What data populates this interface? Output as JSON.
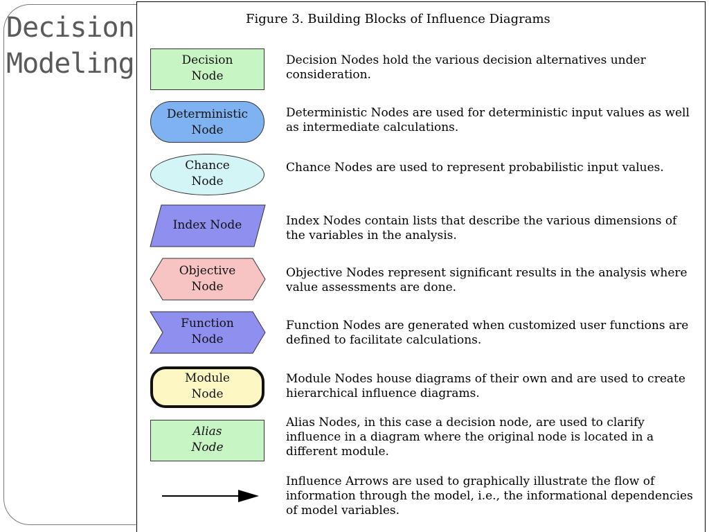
{
  "slide": {
    "title_line1": "Decision",
    "title_line2": "Modeling"
  },
  "figure": {
    "title": "Figure 3.  Building Blocks of Influence Diagrams",
    "nodes": [
      {
        "label": "Decision\nNode",
        "shape": "rectangle",
        "color": "#c8f5c4",
        "description": "Decision Nodes hold the various decision alternatives under consideration."
      },
      {
        "label": "Deterministic\nNode",
        "shape": "rounded-oval",
        "color": "#7fb2f0",
        "description": "Deterministic Nodes are used for deterministic input values as well as intermediate calculations."
      },
      {
        "label": "Chance\nNode",
        "shape": "ellipse",
        "color": "#d4f5f5",
        "description": "Chance Nodes are used to represent probabilistic input values."
      },
      {
        "label": "Index Node",
        "shape": "parallelogram",
        "color": "#8f8ff0",
        "description": "Index Nodes contain lists that describe the various dimensions of the variables in the analysis."
      },
      {
        "label": "Objective\nNode",
        "shape": "hexagon",
        "color": "#f7c3c3",
        "description": "Objective Nodes represent significant results in the analysis where value assessments are done."
      },
      {
        "label": "Function\nNode",
        "shape": "chevron",
        "color": "#8f8ff0",
        "description": "Function Nodes are generated when customized user functions are defined to facilitate calculations."
      },
      {
        "label": "Module\nNode",
        "shape": "thick-rounded-rectangle",
        "color": "#fcf7c3",
        "description": "Module Nodes house diagrams of their own and are used to create hierarchical influence diagrams."
      },
      {
        "label": "Alias\nNode",
        "shape": "rectangle-italic",
        "color": "#c8f5c4",
        "description": "Alias Nodes, in this case a decision node, are used to clarify influence in a diagram where the original node is located in a different module."
      },
      {
        "label": "",
        "shape": "arrow",
        "color": "#000000",
        "description": "Influence Arrows are used to graphically illustrate the flow of information through the model, i.e., the informational dependencies of model variables."
      }
    ]
  }
}
